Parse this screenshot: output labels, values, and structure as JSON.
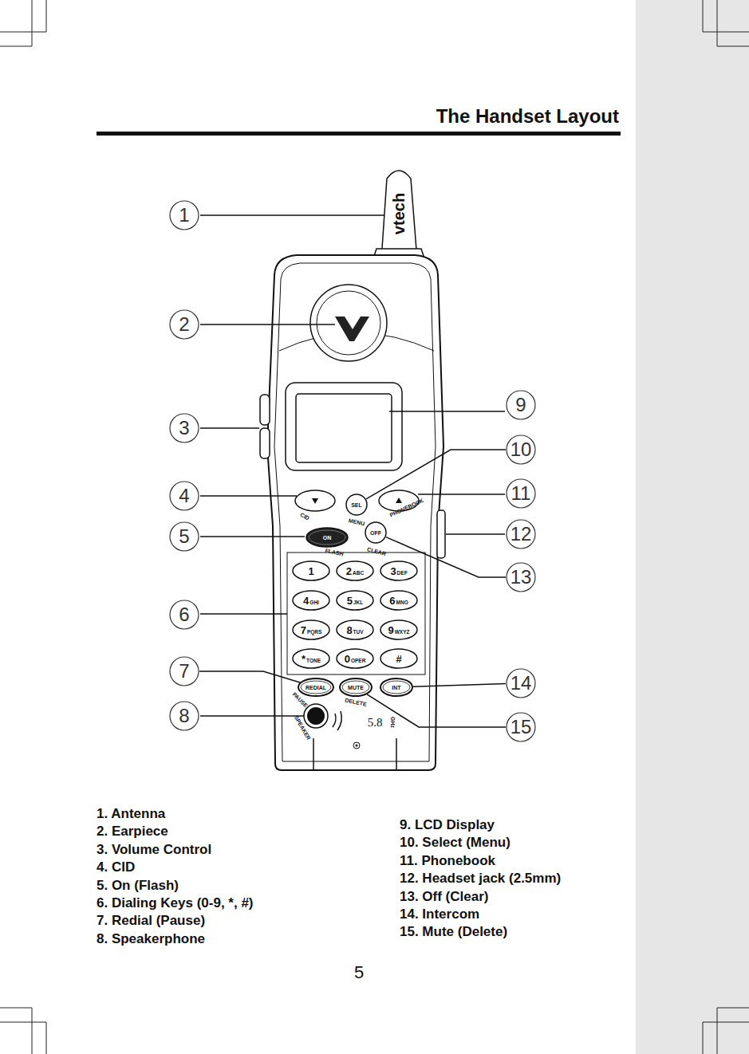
{
  "diagram": {
    "title": "The Handset Layout",
    "nodes": [
      {
        "text": [
          "1"
        ]
      },
      {
        "text": [
          "2"
        ]
      },
      {
        "text": [
          "3"
        ]
      },
      {
        "text": [
          "4"
        ]
      },
      {
        "text": [
          "5"
        ]
      },
      {
        "text": [
          "6"
        ]
      },
      {
        "text": [
          "7"
        ]
      },
      {
        "text": [
          "8"
        ]
      },
      {
        "text": [
          "9"
        ]
      },
      {
        "text": [
          "10"
        ]
      },
      {
        "text": [
          "11"
        ]
      },
      {
        "text": [
          "12"
        ]
      },
      {
        "text": [
          "13"
        ]
      },
      {
        "text": [
          "14"
        ]
      },
      {
        "text": [
          "15"
        ]
      },
      {
        "text": [
          "SEL"
        ]
      },
      {
        "text": [
          "ON"
        ]
      },
      {
        "text": [
          "OFF"
        ]
      },
      {
        "text": [
          "1"
        ]
      },
      {
        "text": [
          "2",
          "ABC"
        ]
      },
      {
        "text": [
          "3",
          "DEF"
        ]
      },
      {
        "text": [
          "4",
          "GHI"
        ]
      },
      {
        "text": [
          "5",
          "JKL"
        ]
      },
      {
        "text": [
          "6",
          "MNO"
        ]
      },
      {
        "text": [
          "7",
          "PQRS"
        ]
      },
      {
        "text": [
          "8",
          "TUV"
        ]
      },
      {
        "text": [
          "9",
          "WXYZ"
        ]
      },
      {
        "text": [
          "*",
          "TONE"
        ]
      },
      {
        "text": [
          "0",
          "OPER"
        ]
      },
      {
        "text": [
          "#"
        ]
      },
      {
        "text": [
          "REDIAL"
        ]
      },
      {
        "text": [
          "MUTE"
        ]
      },
      {
        "text": [
          "INT"
        ]
      }
    ],
    "edges": [
      {
        "from": 9,
        "to": 15,
        "arrow": "none"
      },
      {
        "from": 12,
        "to": 17,
        "arrow": "none"
      },
      {
        "from": 13,
        "to": 32,
        "arrow": "none"
      },
      {
        "from": 14,
        "to": 31,
        "arrow": "none"
      },
      {
        "from": 6,
        "to": 30,
        "arrow": "none"
      }
    ],
    "labels": [
      "vtech",
      "CID",
      "MENU",
      "PHONEBOOK",
      "FLASH",
      "CLEAR",
      "PAUSE",
      "DELETE",
      "SPEAKER",
      "5.8",
      "GHz",
      "5",
      "1. Antenna",
      "2. Earpiece",
      "3. Volume Control",
      "4. CID",
      "5. On (Flash)",
      "6. Dialing Keys (0-9, *, #)",
      "7. Redial (Pause)",
      "8. Speakerphone",
      "9. LCD Display",
      "10. Select (Menu)",
      "11. Phonebook",
      "12. Headset jack (2.5mm)",
      "13. Off (Clear)",
      "14. Intercom",
      "15. Mute (Delete)"
    ]
  }
}
